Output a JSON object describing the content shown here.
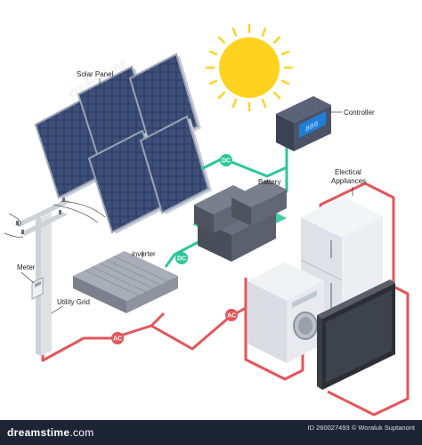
{
  "labels": {
    "solar_panel": "Solar Panel",
    "controller": "Controller",
    "battery": "Battery",
    "appliances_line1": "Electical",
    "appliances_line2": "Appliances",
    "inverter": "inverter",
    "meter": "Meter",
    "utility_grid": "Utility Grid"
  },
  "tags": {
    "dc_1": "DC",
    "dc_2": "DC",
    "ac_1": "AC",
    "ac_2": "AC"
  },
  "controller_display": "888",
  "watermark": "dreamstime",
  "footer": {
    "logo_bold": "dreamstime",
    "logo_suffix": ".com",
    "id_line": "ID 260027493 © Woraluk Suptanont"
  },
  "colors": {
    "dc_wire": "#2fc59c",
    "ac_wire": "#e2555b",
    "sun": "#ffd21f",
    "panel": "#2d3a5c",
    "footer_bg": "#1c2436"
  }
}
